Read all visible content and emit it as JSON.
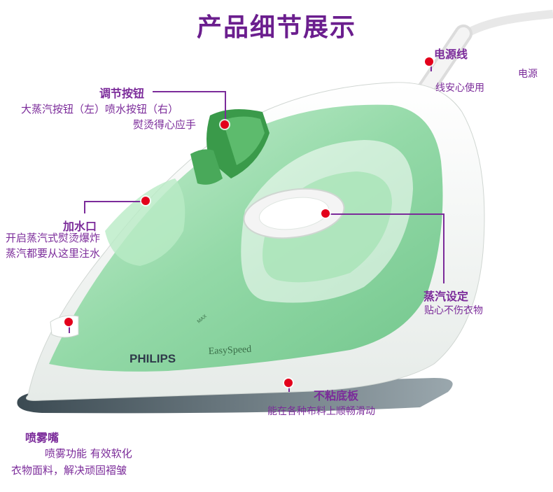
{
  "title": "产品细节展示",
  "callouts": {
    "power_cord": {
      "label": "电源线",
      "desc": "线安心使用",
      "extra": "电源"
    },
    "buttons": {
      "label": "调节按钮",
      "desc1": "大蒸汽按钮（左）喷水按钮（右）",
      "desc2": "熨烫得心应手"
    },
    "water_inlet": {
      "label": "加水口",
      "desc1": "开启蒸汽式熨烫爆炸",
      "desc2": "蒸汽都要从这里注水"
    },
    "steam_setting": {
      "label": "蒸汽设定",
      "desc": "贴心不伤衣物"
    },
    "soleplate": {
      "label": "不粘底板",
      "desc": "能在各种布料上顺畅滑动"
    },
    "spray_nozzle": {
      "label": "喷雾嘴",
      "desc1": "喷雾功能 有效软化",
      "desc2": "衣物面料，解决顽固褶皱"
    }
  },
  "product": {
    "brand": "PHILIPS",
    "model": "EasySpeed",
    "max_mark": "MAX"
  },
  "colors": {
    "accent": "#7b2b9a",
    "title": "#6b1e8e",
    "dot": "#e3001b",
    "iron_green": "#8fd3a0",
    "iron_dark_green": "#3a9a4a"
  }
}
